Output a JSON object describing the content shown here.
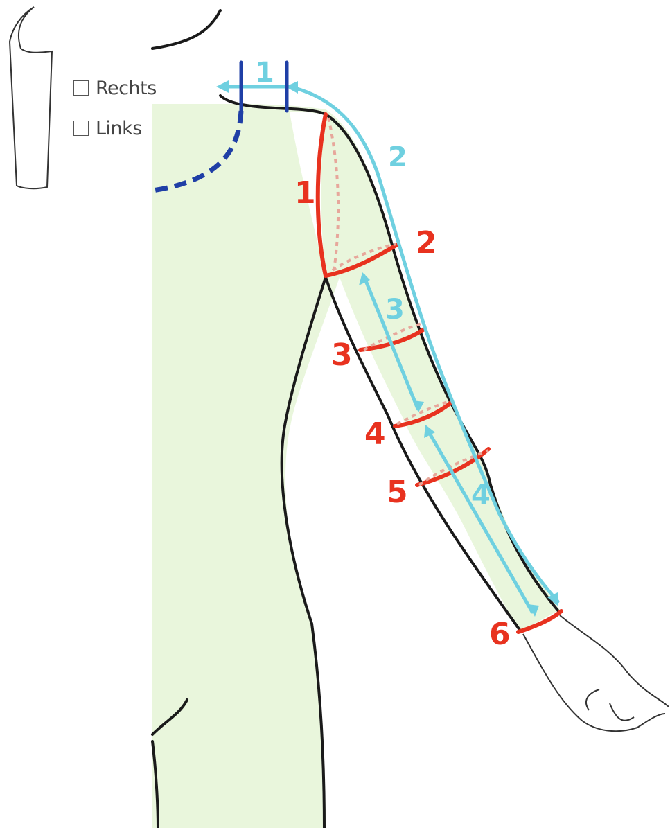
{
  "legend": {
    "options": [
      {
        "label": "Rechts"
      },
      {
        "label": "Links"
      }
    ]
  },
  "markers": {
    "circumference": [
      "1",
      "2",
      "3",
      "4",
      "5",
      "6"
    ],
    "length": [
      "1",
      "2",
      "3",
      "4"
    ]
  },
  "colors": {
    "circumference": "#e8321f",
    "length": "#6fd0e0",
    "neckline": "#1f3fa6",
    "garment_fill": "#e9f6dc",
    "outline": "#1a1a1a"
  }
}
